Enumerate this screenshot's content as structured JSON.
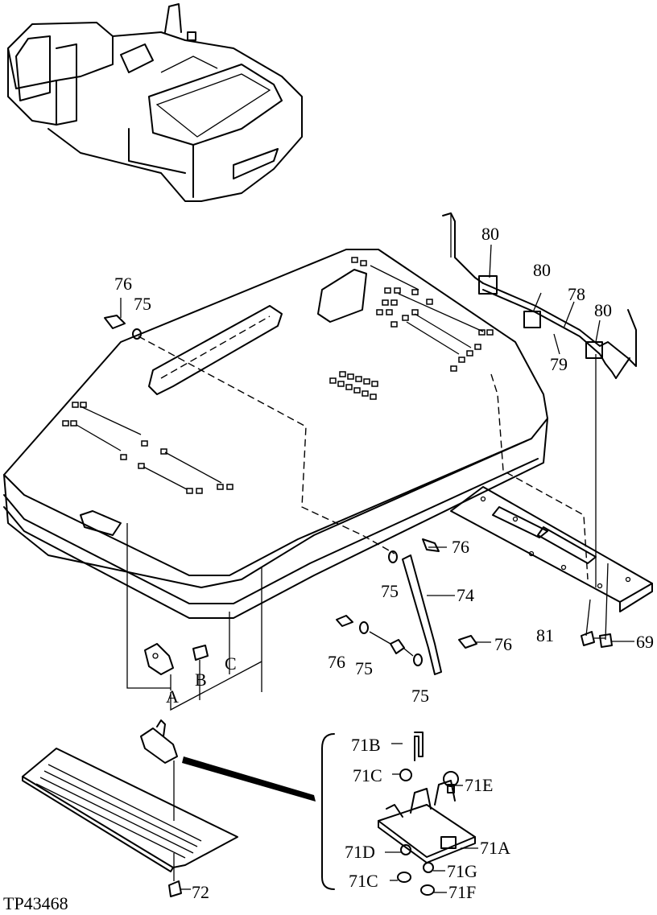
{
  "figure_id": "TP43468",
  "callouts": {
    "c80a": "80",
    "c80b": "80",
    "c80c": "80",
    "c78": "78",
    "c79": "79",
    "c76a": "76",
    "c75a": "75",
    "c76b": "76",
    "c75b": "75",
    "c74": "74",
    "c76c": "76",
    "c75c": "75",
    "c76d": "76",
    "c75d": "75",
    "c81": "81",
    "c69": "69",
    "cA": "A",
    "cB": "B",
    "cC": "C",
    "c71B": "71B",
    "c71C1": "71C",
    "c71E": "71E",
    "c71D": "71D",
    "c71A": "71A",
    "c71G": "71G",
    "c71C2": "71C",
    "c71F": "71F",
    "c72": "72"
  }
}
